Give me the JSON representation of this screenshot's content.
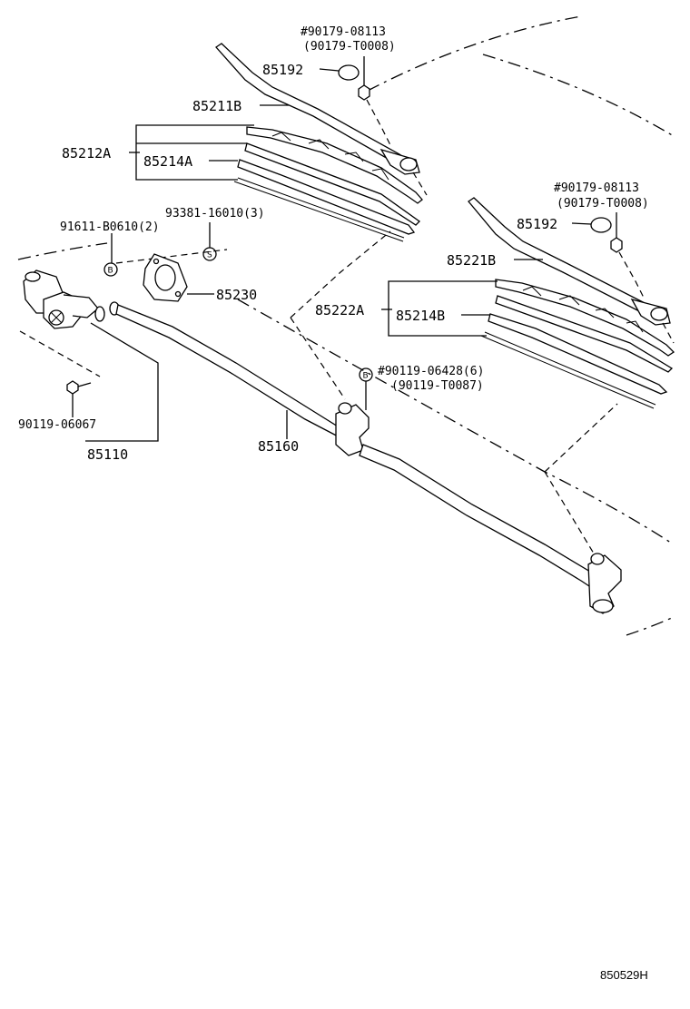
{
  "labels": {
    "nut_left_1": "#90179-08113",
    "nut_left_2": "(90179-T0008)",
    "cap_left": "85192",
    "arm_left": "85211B",
    "blade_left": "85212A",
    "rubber_left": "85214A",
    "washer_left": "93381-16010(3)",
    "bolt_motor": "91611-B0610(2)",
    "nut_right_1": "#90179-08113",
    "nut_right_2": "(90179-T0008)",
    "cap_right": "85192",
    "arm_right": "85221B",
    "blade_right": "85222A",
    "rubber_right": "85214B",
    "gasket": "85230",
    "pivot_bolt_1": "#90119-06428(6)",
    "pivot_bolt_2": "(90119-T0087)",
    "screw_motor": "90119-06067",
    "motor": "85110",
    "link": "85160",
    "ref_code": "850529H"
  },
  "symbols": {
    "bolt_symbol": "B",
    "washer_symbol": "S"
  }
}
